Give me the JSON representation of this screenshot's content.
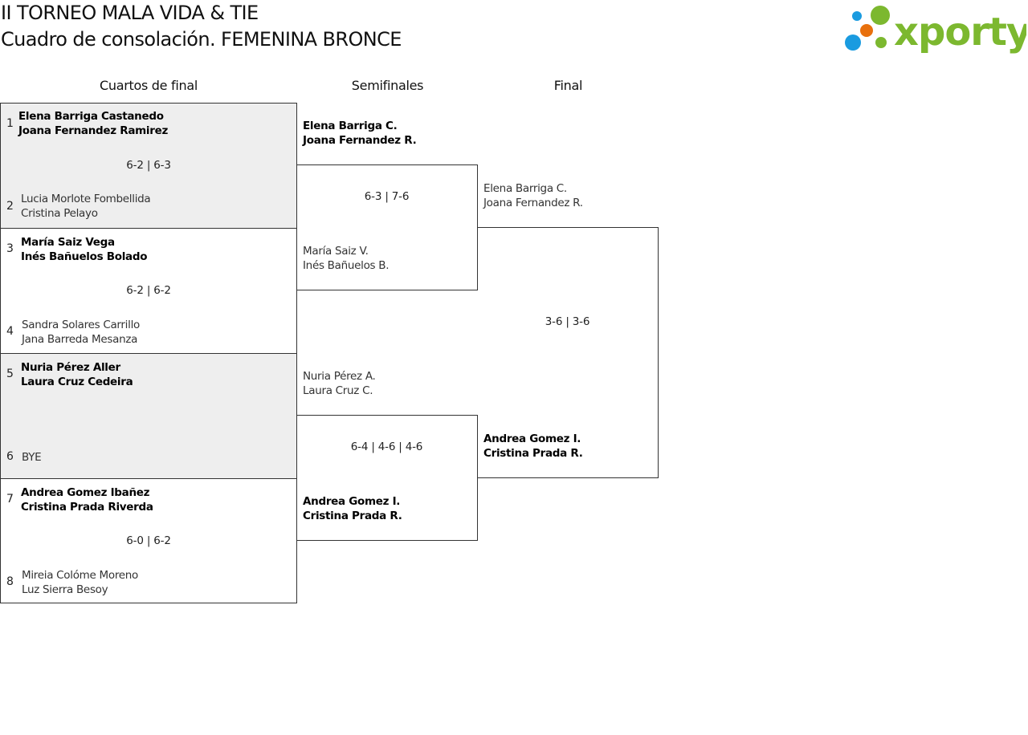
{
  "header": {
    "title": "II TORNEO MALA VIDA & TIE",
    "subtitle": "Cuadro de consolación. FEMENINA BRONCE",
    "logo_text": "xporty",
    "logo_colors": {
      "green": "#7cb82f",
      "blue": "#1a9be0",
      "orange": "#e8700d"
    }
  },
  "rounds": [
    {
      "label": "Cuartos de final"
    },
    {
      "label": "Semifinales"
    },
    {
      "label": "Final"
    }
  ],
  "quarterfinals": [
    {
      "top": {
        "seed": "1",
        "p1": "Elena Barriga Castanedo",
        "p2": "Joana Fernandez Ramirez"
      },
      "bottom": {
        "seed": "2",
        "p1": "Lucia Morlote Fombellida",
        "p2": "Cristina Pelayo"
      },
      "score": "6-2 | 6-3"
    },
    {
      "top": {
        "seed": "3",
        "p1": "María Saiz Vega",
        "p2": "Inés Bañuelos Bolado"
      },
      "bottom": {
        "seed": "4",
        "p1": "Sandra Solares Carrillo",
        "p2": "Jana Barreda Mesanza"
      },
      "score": "6-2 | 6-2"
    },
    {
      "top": {
        "seed": "5",
        "p1": "Nuria Pérez Aller",
        "p2": "Laura Cruz Cedeira"
      },
      "bottom": {
        "seed": "6",
        "p1": "BYE",
        "p2": ""
      },
      "score": ""
    },
    {
      "top": {
        "seed": "7",
        "p1": "Andrea Gomez Ibañez",
        "p2": "Cristina Prada Riverda"
      },
      "bottom": {
        "seed": "8",
        "p1": "Mireia Colóme Moreno",
        "p2": "Luz Sierra Besoy"
      },
      "score": "6-0 | 6-2"
    }
  ],
  "semifinals": [
    {
      "top": {
        "p1": "Elena Barriga C.",
        "p2": "Joana Fernandez R."
      },
      "bottom": {
        "p1": "María Saiz V.",
        "p2": "Inés Bañuelos B."
      },
      "score": "6-3 | 7-6"
    },
    {
      "top": {
        "p1": "Nuria Pérez A.",
        "p2": "Laura Cruz C."
      },
      "bottom": {
        "p1": "Andrea Gomez I.",
        "p2": "Cristina Prada R."
      },
      "score": "6-4 | 4-6 | 4-6"
    }
  ],
  "final": {
    "top": {
      "p1": "Elena Barriga C.",
      "p2": "Joana Fernandez R."
    },
    "bottom": {
      "p1": "Andrea Gomez I.",
      "p2": "Cristina Prada R."
    },
    "score": "3-6 | 3-6"
  }
}
